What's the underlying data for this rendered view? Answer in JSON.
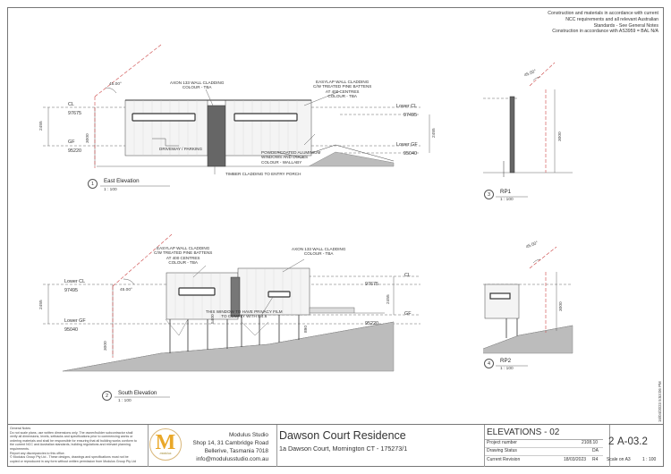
{
  "notes_top_right": [
    "Construction and materials in accordance with current",
    "NCC requirements and all relevant Australian",
    "Standards - See General Notes",
    "Construction in accordance with AS3959 = BAL N/A"
  ],
  "east": {
    "labels": {
      "axon": "AXON 133 WALL CLADDING\nCOLOUR - TBA",
      "easylap": "EASYLAP WALL CLADDING\nC/W TREATED PINE BATTENS\nAT 400 CENTRES\nCOLOUR - TBA",
      "powder": "POWDERCOATED ALUMINIUM\nWINDOWS AND DOORS\nCOLOUR - WALLABY",
      "driveway": "DRIVEWAY / PARKING",
      "timber": "TIMBER CLADDING TO ENTRY PORCH"
    },
    "levels": {
      "cl": "CL",
      "cl_val": "97675",
      "gf": "GF",
      "gf_val": "95220",
      "lower_cl": "Lower CL",
      "lower_cl_val": "97495",
      "lower_gf": "Lower GF",
      "lower_gf_val": "95040"
    },
    "dims": {
      "d2455": "2455",
      "d3000": "3000",
      "d2455r": "2455",
      "angle": "45.00°"
    },
    "number": "1",
    "title": "East Elevation",
    "scale": "1 : 100"
  },
  "south": {
    "labels": {
      "easylap": "EASYLAP WALL CLADDING\nC/W TREATED PINE BATTENS\nAT 400 CENTRES\nCOLOUR - TBA",
      "axon": "AXON 133 WALL CLADDING\nCOLOUR - TBA",
      "privacy": "THIS WINDOW TO HAVE PRIVACY FILM\nTO COMPLY WITH 5.4.6"
    },
    "levels": {
      "lower_cl": "Lower CL",
      "lower_cl_val": "97495",
      "lower_gf": "Lower GF",
      "lower_gf_val": "95040",
      "cl": "CL",
      "cl_val": "97675",
      "gf": "GF",
      "gf_val": "95220"
    },
    "dims": {
      "d2455": "2455",
      "d3000": "3000",
      "d5400": "5400",
      "d890": "890",
      "d2455r": "2455",
      "angle": "45.00°"
    },
    "number": "2",
    "title": "South Elevation",
    "scale": "1 : 100"
  },
  "rp1": {
    "number": "3",
    "title": "RP1",
    "scale": "1 : 100",
    "dim": "3000",
    "angle": "45.00°"
  },
  "rp2": {
    "number": "4",
    "title": "RP2",
    "scale": "1 : 100",
    "dim": "3000",
    "angle": "45.00°"
  },
  "general_notes": {
    "heading": "General Notes",
    "lines": [
      "Do not scale plans, use written dimensions only. The owner/builder subcontractor shall",
      "verify all dimensions, levels, setbacks and specifications prior to commencing works or",
      "ordering materials and shall be responsible for ensuring that all building works conform to",
      "the current NCC and Australian standards, building regulations and relevant planning",
      "requirements.",
      "Report any discrepancies to this office.",
      "© Modulus Group Pty Ltd - These designs, drawings and specifications must not be",
      "copied or reproduced in any form without written permission from Modulus Group Pty Ltd"
    ]
  },
  "logo": {
    "letter": "M",
    "sub": "modulus"
  },
  "studio": {
    "name": "Modulus Studio",
    "addr1": "Shop 14, 31 Cambridge Road",
    "addr2": "Bellerive, Tasmania 7018",
    "email": "info@modulusstudio.com.au"
  },
  "project": {
    "title": "Dawson Court Residence",
    "address": "1a Dawson Court, Mornington CT - 175273/1"
  },
  "sheet": {
    "title": "ELEVATIONS - 02",
    "project_number_label": "Project number",
    "project_number": "2108.10",
    "drawing_status_label": "Drawing Status",
    "drawing_status": "DA",
    "current_revision_label": "Current Revision",
    "current_revision_date": "18/03/2023",
    "current_revision": "R4",
    "sheet_rev": "2",
    "sheet_number": "A-03.2",
    "scale_label": "Scale on A3",
    "scale": "1 : 100"
  },
  "side_stamp": "16/04/2023 5:53:06 PM"
}
